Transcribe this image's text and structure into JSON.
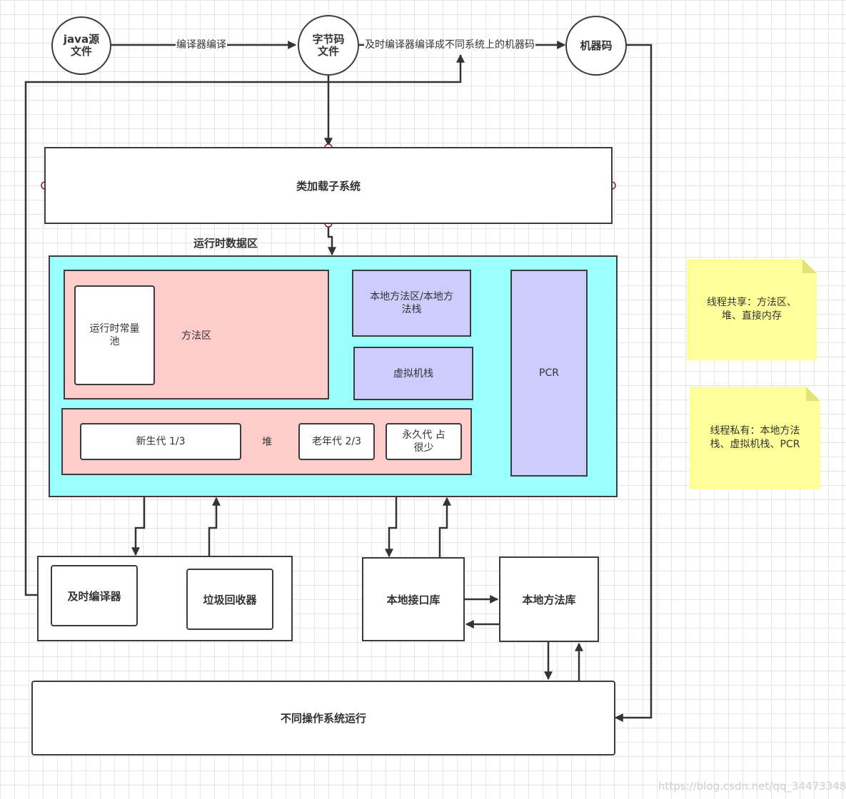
{
  "nodes": {
    "java_src": "java源\n文件",
    "bytecode": "字节码\n文件",
    "machine_code": "机器码",
    "class_loader": "类加载子系统",
    "runtime_area_title": "运行时数据区",
    "method_area": "方法区",
    "runtime_constant_pool": "运行时常量\n池",
    "native_method_stack": "本地方法区/本地方\n法栈",
    "vm_stack": "虚拟机栈",
    "pcr": "PCR",
    "heap": "堆",
    "young_gen": "新生代 1/3",
    "old_gen": "老年代 2/3",
    "perm_gen": "永久代 占\n很少",
    "jit": "及时编译器",
    "gc": "垃圾回收器",
    "native_interface": "本地接口库",
    "native_library": "本地方法库",
    "os_run": "不同操作系统运行"
  },
  "edges": {
    "compile_label": "编译器编译",
    "jit_label": "及时编译器编译成不同系统上的机器码"
  },
  "notes": {
    "shared": "线程共享：方法区、\n堆、直接内存",
    "private": "线程私有：本地方法\n栈、虚拟机栈、PCR"
  },
  "watermark": "https://blog.csdn.net/qq_34473348",
  "colors": {
    "runtime_area_fill": "#99ffff",
    "method_heap_fill": "#ffcccc",
    "stack_fill": "#ccccff",
    "note_fill": "#ffff99",
    "port_color": "#8b1a1a",
    "line_color": "#333333"
  }
}
